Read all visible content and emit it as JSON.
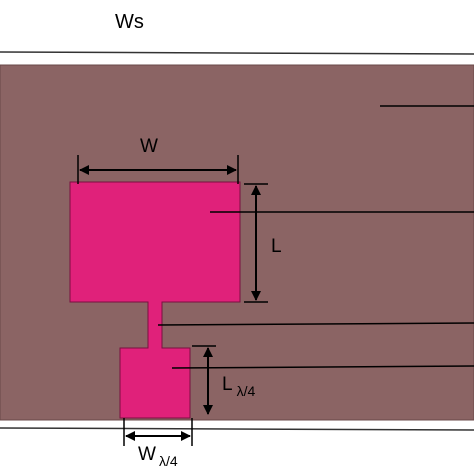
{
  "labels": {
    "substrate_width": "Ws",
    "patch_width": "W",
    "patch_length": "L",
    "feed_length": "L",
    "feed_width": "W",
    "subscript": "λ/4"
  },
  "colors": {
    "background": "#ffffff",
    "substrate": "#8b6464",
    "substrate_border": "#6a4848",
    "ground_edge": "#333333",
    "patch": "#e0217a",
    "patch_border": "#7a1040",
    "line": "#000000"
  }
}
